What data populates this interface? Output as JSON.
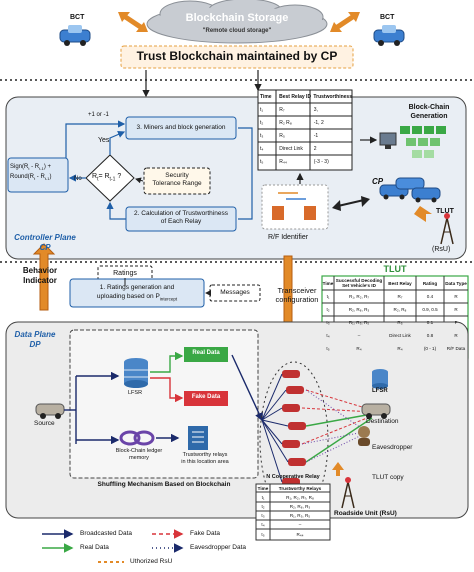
{
  "cloud": {
    "title": "Blockchain Storage",
    "subtitle": "\"Remote cloud storage\""
  },
  "bct_left": "BCT",
  "bct_right": "BCT",
  "banner": "Trust Blockchain maintained by CP",
  "control": {
    "feedback_label": "+1 or -1",
    "yes_label": "Yes",
    "no_label": "No",
    "step3": "3. Miners and block generation",
    "decision": "R",
    "decision_rhs": "= R",
    "sign_round_l1": "Sign(R",
    "sign_round_l2": "Round(R",
    "security_range_l1": "Security",
    "security_range_l2": "Tolerance Range",
    "step2_l1": "2. Calculation of Trustworthiness",
    "step2_l2": "of Each Relay",
    "plane_l1": "Controller Plane",
    "plane_l2": "CP"
  },
  "trust_table": {
    "headers": [
      "Time",
      "Best Relay ID",
      "Trustworthiness"
    ],
    "rows": [
      [
        "t₁",
        "R₇",
        "3,"
      ],
      [
        "t₂",
        "R₂ R₈",
        "-1, 2"
      ],
      [
        "t₃",
        "R₅",
        "-1"
      ],
      [
        "t₄",
        "Direct Link",
        "2"
      ],
      [
        "t₅",
        "R₄₄",
        "(-3 - 3)"
      ]
    ]
  },
  "bc_generation": "Block-Chain\nGeneration",
  "cp_label": "CP",
  "tlut_label": "TLUT",
  "rsu_label": "(RsU)",
  "rf_identifier": "R/F Identifier",
  "behavior_indicator": "Behavior\nIndicator",
  "transceiver_config": "Transceiver\nconfiguration",
  "ratings_label": "Ratings",
  "step1_l1": "1. Ratings generation and",
  "step1_l2": "uploading based on P",
  "step1_sub": "intercept",
  "messages_label": "Messages",
  "tlut_table": {
    "title": "TLUT",
    "headers": [
      "Time",
      "Successful Decoding Set Vehicle's ID",
      "Best Relay",
      "Rating",
      "Data Type"
    ],
    "rows": [
      [
        "t₁",
        "R₁, R₂, R₇",
        "R₇",
        "0.4",
        "R"
      ],
      [
        "t₂",
        "R₂, R₈, R₃",
        "R₂, R₈",
        "0.9, 0.5",
        "R"
      ],
      [
        "t₃",
        "R₁, R₃, R₅",
        "R₅",
        "0.1",
        "F"
      ],
      [
        "t₄",
        "–",
        "Direct Link",
        "0.8",
        "R"
      ],
      [
        "t₅",
        "R₄",
        "R₄",
        "(0 - 1)",
        "R/F Data"
      ]
    ]
  },
  "data_plane": {
    "plane_l1": "Data Plane",
    "plane_l2": "DP",
    "source": "Source",
    "lfsr": "LFSR",
    "real_data": "Real Data",
    "fake_data": "Fake Data",
    "ledger_l1": "Block-Chain ledger",
    "ledger_l2": "memory",
    "trustworthy_l1": "Trustworthy relays",
    "trustworthy_l2": "in this location area",
    "shuffling": "Shuffling Mechanism Based on Blockchain",
    "lfsr_right": "LFSR",
    "destination": "Destination",
    "eavesdropper": "Eavesdropper",
    "tlut_copy": "TLUT copy",
    "rsu_bottom": "Roadside Unit (RsU)"
  },
  "ncoop_table": {
    "title": "N Cooperative Relay",
    "headers": [
      "Time",
      "Trustworthy Relays"
    ],
    "rows": [
      [
        "t₁",
        "R₁, R₂, R₇, R₈"
      ],
      [
        "t₂",
        "R₂, R₈, R₃"
      ],
      [
        "t₃",
        "R₁, R₃, R₅"
      ],
      [
        "t₄",
        "–"
      ],
      [
        "t₅",
        "R₄₄"
      ]
    ]
  },
  "legend": {
    "broadcasted": "Broadcasted Data",
    "fake": "Fake Data",
    "real": "Real Data",
    "eavesdropper": "Eavesdropper Data",
    "authorized": "Uthorized RsU"
  },
  "colors": {
    "accent_blue": "#1f5fa8",
    "panel_fill": "#dbe7f4",
    "real_green": "#3aa845",
    "fake_red": "#d8343a",
    "arrow_orange": "#e28a28"
  }
}
